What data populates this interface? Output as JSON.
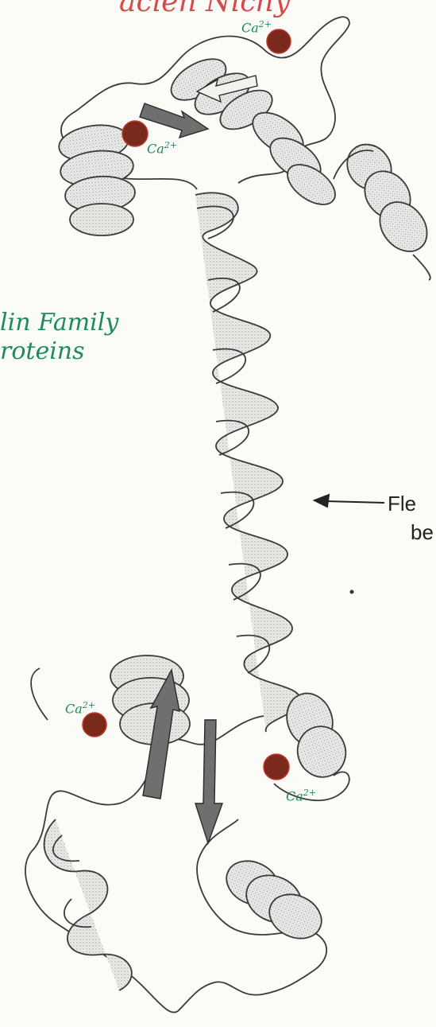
{
  "annotations": {
    "heading_fragment": "acien Nichy",
    "family_line1": "lin Family",
    "family_line2": "roteins",
    "calcium_ion": "Ca",
    "calcium_charge": "2+",
    "flexible_label_line1": "Fle",
    "flexible_label_line2": "be"
  },
  "colors": {
    "ribbon_fill": "#e4e4e0",
    "ribbon_stroke": "#3a3a3a",
    "strand_fill": "#6f6f6f",
    "calcium_fill": "#7a2a1c",
    "calcium_ring": "#c0392b",
    "handwriting_green": "#1f8a5a",
    "handwriting_red": "#d84a4a"
  }
}
